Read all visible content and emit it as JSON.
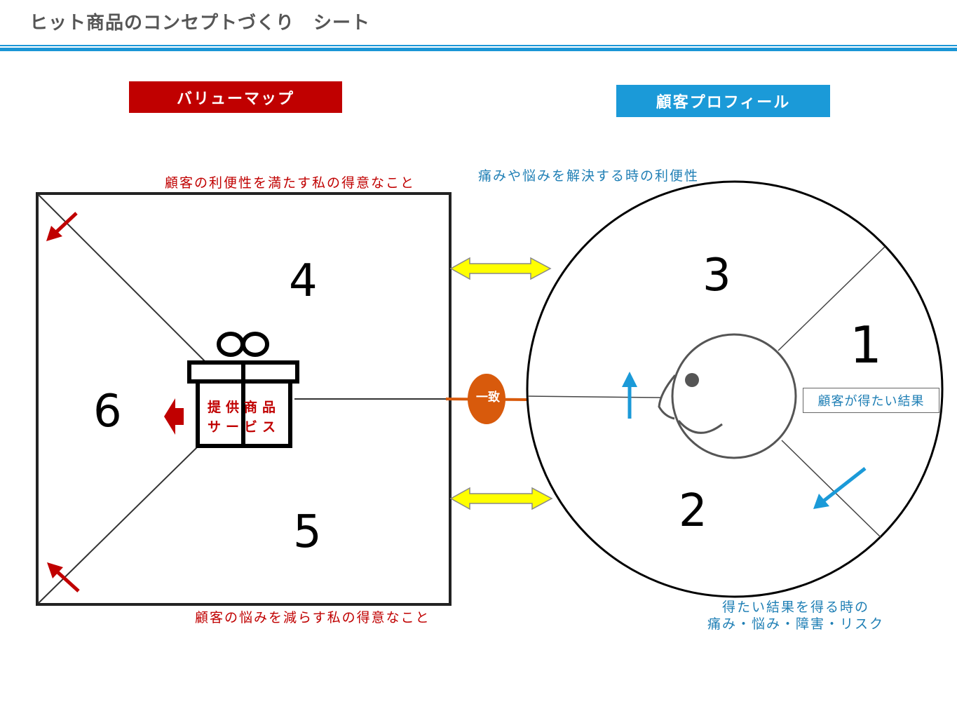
{
  "header": {
    "title": "ヒット商品のコンセプトづくり　シート"
  },
  "value_map": {
    "label": "バリューマップ",
    "top_caption": "顧客の利便性を満たす私の得意なこと",
    "bottom_caption": "顧客の悩みを減らす私の得意なこと",
    "gift_line1": "提供商品",
    "gift_line2": "サービス",
    "numbers": {
      "top": "4",
      "left": "6",
      "bottom": "5"
    }
  },
  "customer_profile": {
    "label": "顧客プロフィール",
    "top_caption": "痛みや悩みを解決する時の利便性",
    "bottom_caption_line1": "得たい結果を得る時の",
    "bottom_caption_line2": "痛み・悩み・障害・リスク",
    "gain_box": "顧客が得たい結果",
    "numbers": {
      "top": "3",
      "right": "1",
      "bottom": "2"
    }
  },
  "connector": {
    "match_label": "一致"
  },
  "colors": {
    "red": "#c00000",
    "blue": "#1b9ad8",
    "yellow": "#ffff00",
    "orange": "#d85a0c"
  }
}
